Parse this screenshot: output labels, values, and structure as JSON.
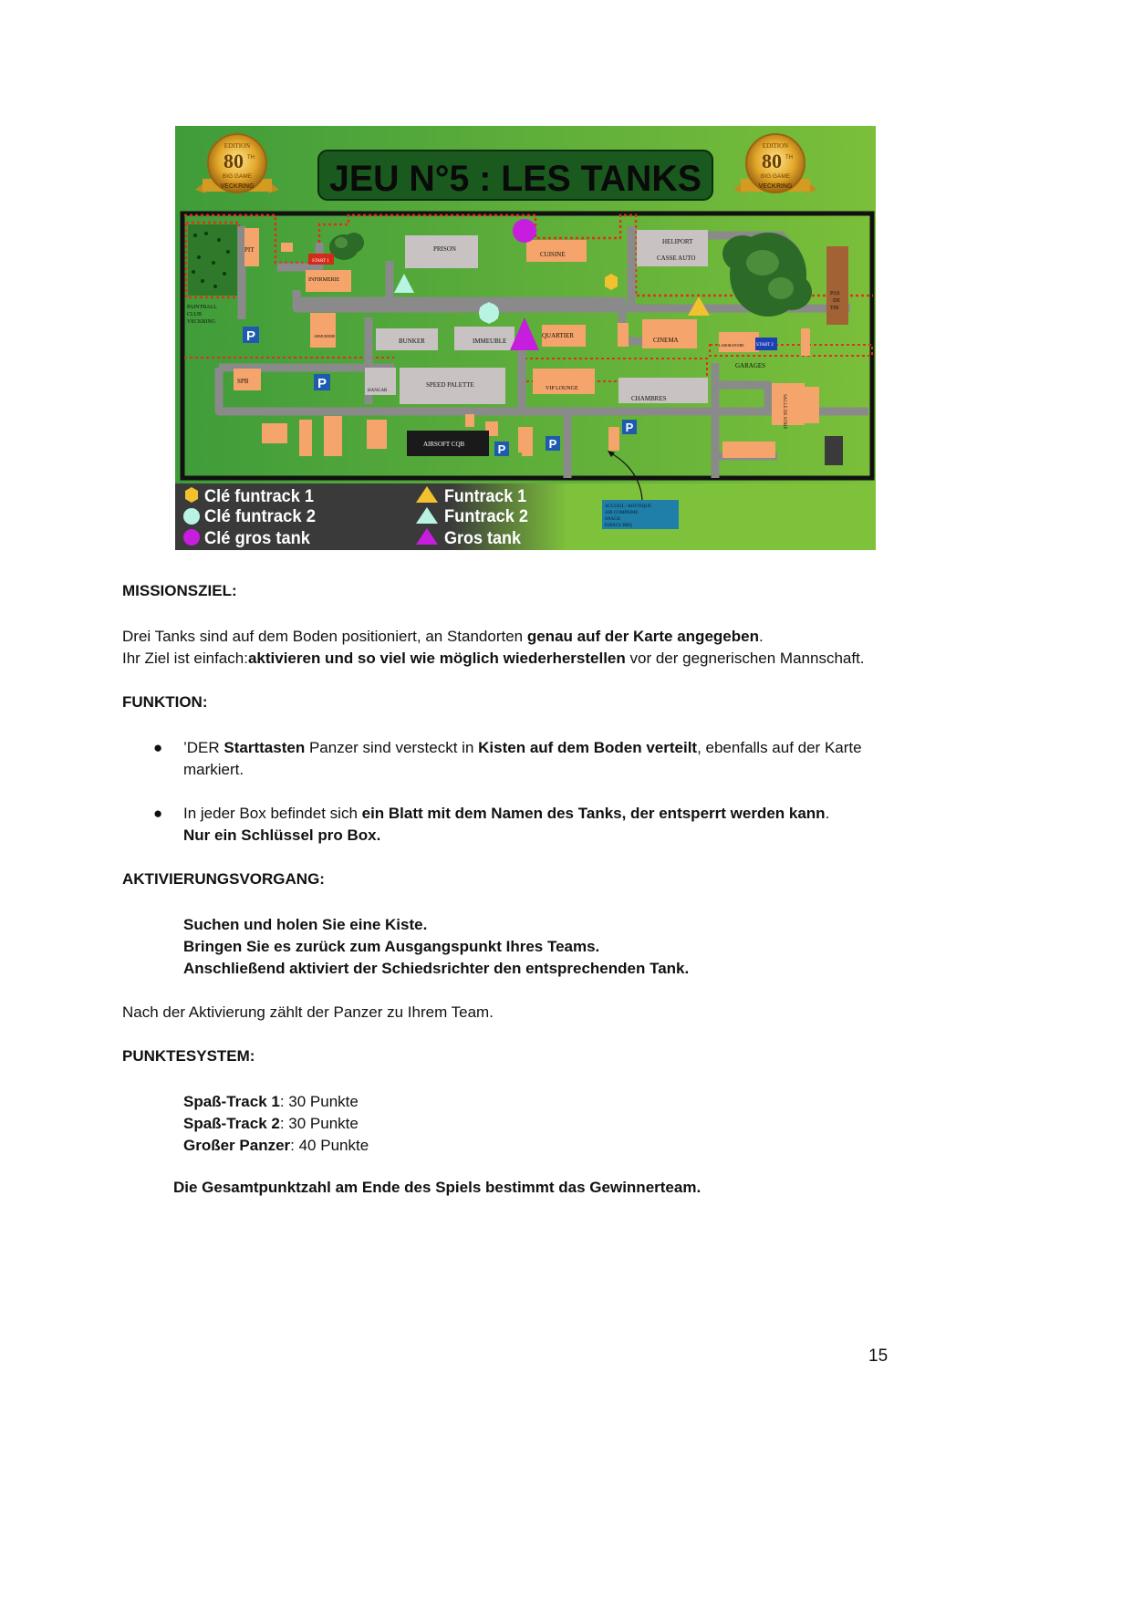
{
  "map": {
    "title": "JEU N°5 : LES TANKS",
    "badge": {
      "top": "EDITION",
      "number": "80",
      "sup": "TH",
      "line1": "BIG GAME",
      "line2": "VECKRING"
    },
    "labels": {
      "pit": "PIT",
      "start1": "START 1",
      "infirmerie": "INFIRMERIE",
      "prison": "PRISON",
      "cuisine": "CUISINE",
      "heliport": "HELIPORT",
      "casse_auto": "CASSE AUTO",
      "pas_de_tir": [
        "PAS",
        "DE",
        "TIR"
      ],
      "paintball": [
        "PAINTBALL",
        "CLUB",
        "VECKRING"
      ],
      "armurerie": "ARMURERIE",
      "bunker": "BUNKER",
      "immeuble": "IMMEUBLE",
      "quartier": "QUARTIER",
      "cinema": "CINEMA",
      "laboratoire": "LABORATOIRE",
      "start2": "START 2",
      "garages": "GARAGES",
      "spb": "SPB",
      "hangar": "HANGAR",
      "speed_palette": "SPEED PALETTE",
      "vip_lounge": "VIP LOUNGE",
      "chambres": "CHAMBRES",
      "salle_de_strip": "SALLE DE STRIP",
      "airsoft_cqb": "AIRSOFT CQB",
      "parking": "P",
      "accueil": [
        "ACCUEIL / BOUTIQUE",
        "AIR COMPRIME",
        "SNACK",
        "ESPACE BBQ"
      ]
    },
    "legend": {
      "left": [
        "Clé funtrack 1",
        "Clé funtrack 2",
        "Clé gros tank"
      ],
      "right": [
        "Funtrack 1",
        "Funtrack 2",
        "Gros tank"
      ]
    },
    "colors": {
      "funtrack1": "#f2c12e",
      "funtrack2": "#b9f3e4",
      "grostank": "#c71dde"
    }
  },
  "sections": {
    "missionsziel": {
      "heading": "MISSIONSZIEL:",
      "l1a": "Drei Tanks sind auf dem Boden positioniert, an Standorten ",
      "l1b": "genau auf der Karte angegeben",
      "l1c": ".",
      "l2a": "Ihr Ziel ist einfach:",
      "l2b": "aktivieren und so viel wie möglich wiederherstellen",
      "l2c": " vor der gegnerischen Mannschaft."
    },
    "funktion": {
      "heading": "FUNKTION:",
      "bullet": "●",
      "b1a": "’DER ",
      "b1b": "Starttasten",
      "b1c": " Panzer sind versteckt in ",
      "b1d": "Kisten auf dem Boden verteilt",
      "b1e": ", ebenfalls auf der Karte markiert.",
      "b2a": "In jeder Box befindet sich ",
      "b2b": "ein Blatt mit dem Namen des Tanks, der entsperrt werden kann",
      "b2c": ".",
      "b2d": "Nur ein Schlüssel pro Box."
    },
    "aktivierung": {
      "heading": "AKTIVIERUNGSVORGANG:",
      "steps": [
        "Suchen und holen Sie eine Kiste.",
        "Bringen Sie es zurück zum Ausgangspunkt Ihres Teams.",
        "Anschließend aktiviert der Schiedsrichter den entsprechenden Tank."
      ],
      "after": "Nach der Aktivierung zählt der Panzer zu Ihrem Team."
    },
    "punkte": {
      "heading": "PUNKTESYSTEM:",
      "items": [
        {
          "name": "Spaß-Track 1",
          "value": ": 30 Punkte"
        },
        {
          "name": "Spaß-Track 2",
          "value": ": 30 Punkte"
        },
        {
          "name": "Großer Panzer",
          "value": ": 40 Punkte"
        }
      ],
      "final": "Die Gesamtpunktzahl am Ende des Spiels bestimmt das Gewinnerteam."
    }
  },
  "page_number": "15"
}
